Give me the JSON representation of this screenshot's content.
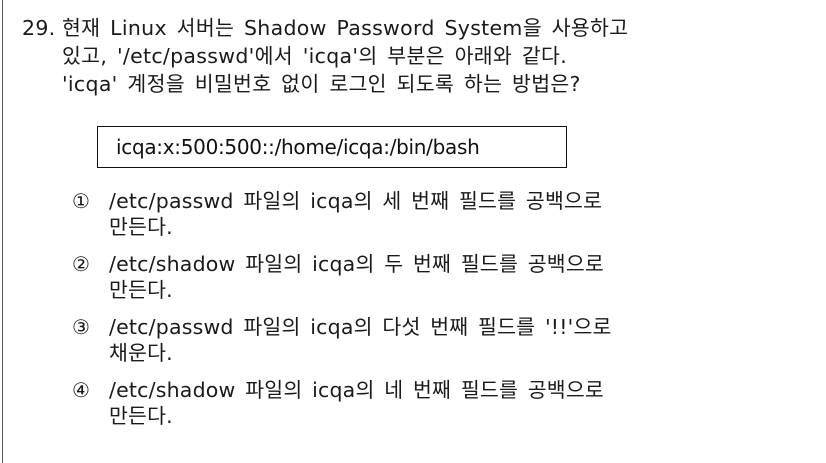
{
  "question": {
    "number": "29.",
    "lines": [
      "현재 Linux 서버는 Shadow Password System을 사용하고",
      "있고, '/etc/passwd'에서 'icqa'의 부분은 아래와 같다.",
      "'icqa' 계정을 비밀번호 없이 로그인 되도록 하는 방법은?"
    ]
  },
  "code_box": {
    "text": "icqa:x:500:500::/home/icqa:/bin/bash"
  },
  "options": [
    {
      "marker": "①",
      "lines": [
        "/etc/passwd 파일의 icqa의 세 번째 필드를 공백으로",
        "만든다."
      ]
    },
    {
      "marker": "②",
      "lines": [
        "/etc/shadow 파일의 icqa의 두 번째 필드를 공백으로",
        "만든다."
      ]
    },
    {
      "marker": "③",
      "lines": [
        "/etc/passwd 파일의 icqa의 다섯 번째 필드를 '!!'으로",
        "채운다."
      ]
    },
    {
      "marker": "④",
      "lines": [
        "/etc/shadow 파일의 icqa의 네 번째 필드를 공백으로",
        "만든다."
      ]
    }
  ]
}
